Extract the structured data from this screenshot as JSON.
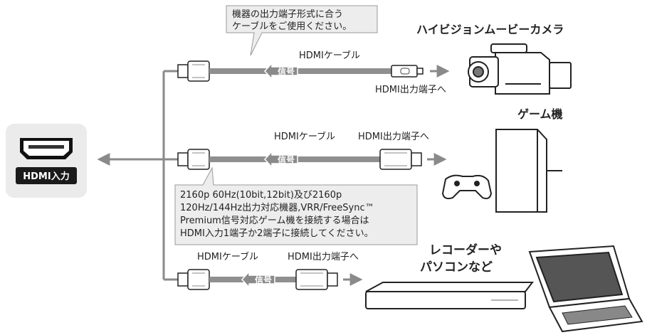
{
  "tv_port": {
    "label": "HDMI入力"
  },
  "note_top": {
    "lines": [
      "機器の出力端子形式に合う",
      "ケーブルをご使用ください。"
    ]
  },
  "note_middle": {
    "lines": [
      "2160p 60Hz(10bit,12bit)及び2160p",
      "120Hz/144Hz出力対応機器,VRR/FreeSync™",
      "Premium信号対応ゲーム機を接続する場合は",
      "HDMI入力1端子か2端子に接続してください。"
    ]
  },
  "rows": [
    {
      "device": "ハイビジョンムービーカメラ",
      "cable": "HDMIケーブル",
      "signal": "信号",
      "port": "HDMI出力端子へ"
    },
    {
      "device": "ゲーム機",
      "cable": "HDMIケーブル",
      "signal": "信号",
      "port": "HDMI出力端子へ"
    },
    {
      "device_lines": [
        "レコーダーや",
        "パソコンなど"
      ],
      "cable": "HDMIケーブル",
      "signal": "信号",
      "port": "HDMI出力端子へ"
    }
  ],
  "colors": {
    "line": "#8a8a8a",
    "panel": "#ebebeb",
    "label_bg": "#1a1a1a",
    "callout_bg": "#ededed"
  }
}
